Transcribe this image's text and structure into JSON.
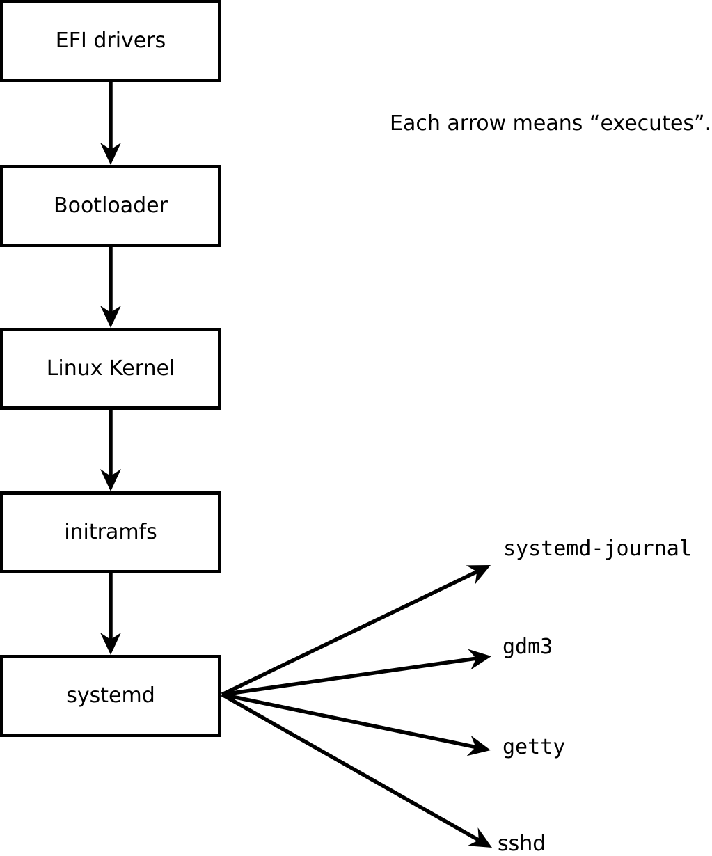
{
  "note": "Each arrow means “executes”.",
  "boxes": [
    {
      "label": "EFI drivers"
    },
    {
      "label": "Bootloader"
    },
    {
      "label": "Linux Kernel"
    },
    {
      "label": "initramfs"
    },
    {
      "label": "systemd"
    }
  ],
  "targets": [
    {
      "label": "systemd-journal"
    },
    {
      "label": "gdm3"
    },
    {
      "label": "getty"
    },
    {
      "label": "sshd"
    }
  ],
  "arrow_meaning": "executes",
  "colors": {
    "line": "#000000",
    "background": "#ffffff",
    "box_fill": "#ffffff"
  }
}
